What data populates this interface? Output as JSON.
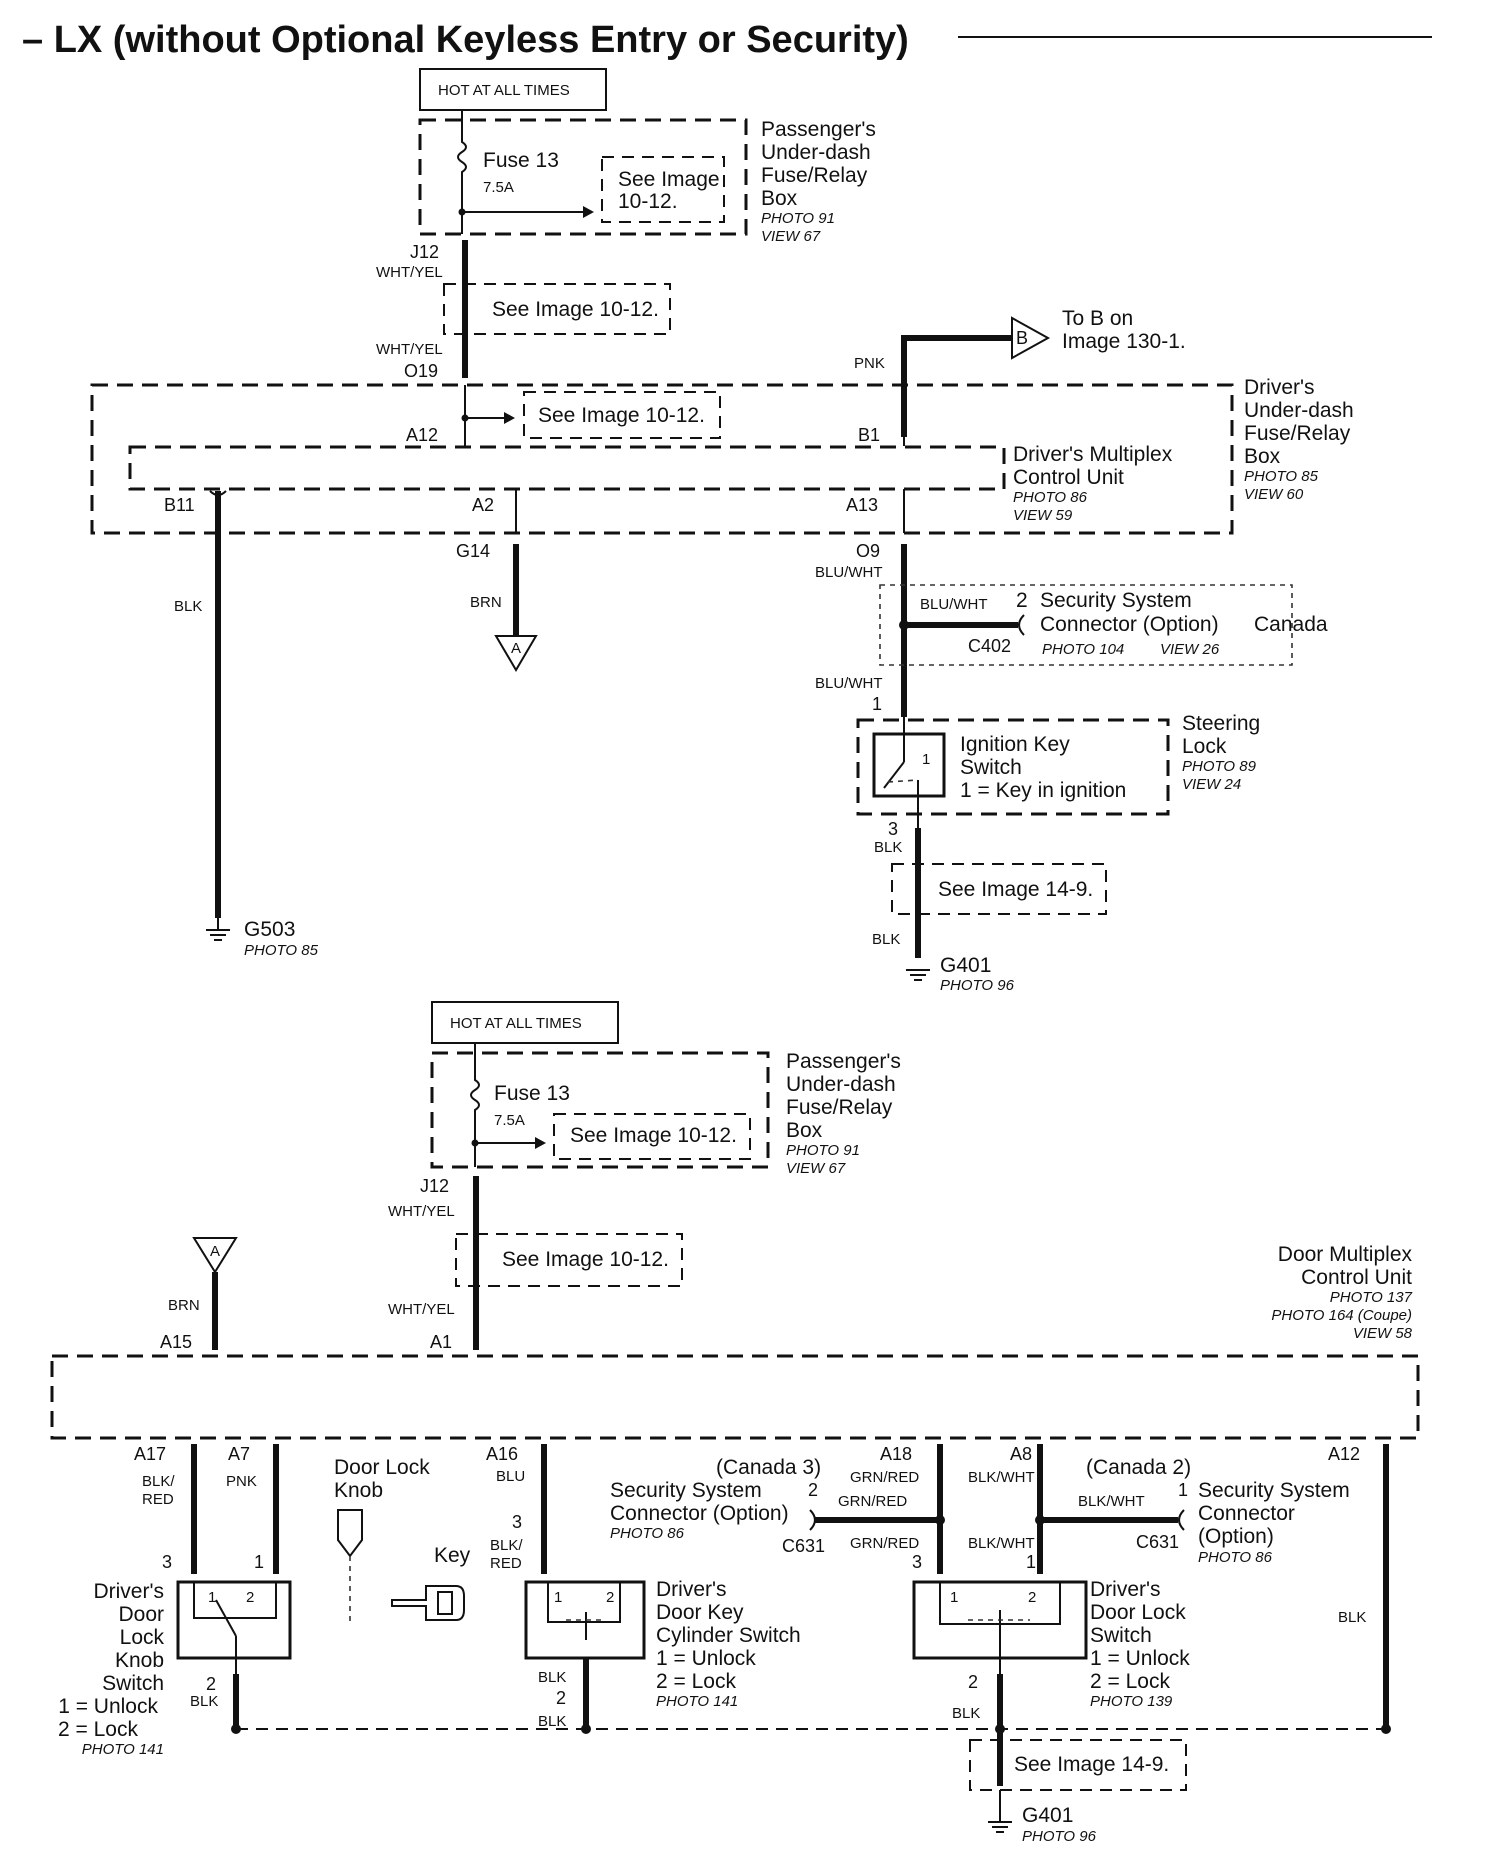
{
  "title": "– LX (without Optional Keyless Entry or Security)",
  "hot_at_all_times": "HOT AT ALL TIMES",
  "passenger_box": [
    "Passenger's",
    "Under-dash",
    "Fuse/Relay",
    "Box"
  ],
  "passenger_photo": "PHOTO 91",
  "passenger_view": "VIEW 67",
  "fuse_name": "Fuse 13",
  "fuse_rating": "7.5A",
  "see_image_10_12_a": "See Image",
  "see_image_10_12_b": "10-12.",
  "see_image_10_12": "See Image 10-12.",
  "see_image_14_9": "See Image 14-9.",
  "to_b": [
    "To B on",
    "Image 130-1."
  ],
  "b_label": "B",
  "a_label": "A",
  "driver_box": [
    "Driver's",
    "Under-dash",
    "Fuse/Relay",
    "Box"
  ],
  "driver_photo": "PHOTO 85",
  "driver_view": "VIEW 60",
  "dmcu": [
    "Driver's Multiplex",
    "Control Unit"
  ],
  "dmcu_photo": "PHOTO 86",
  "dmcu_view": "VIEW 59",
  "security_conn": [
    "Security System",
    "Connector (Option)"
  ],
  "security_photo": "PHOTO 104",
  "security_view": "VIEW 26",
  "canada": "Canada",
  "steering_lock": [
    "Steering",
    "Lock"
  ],
  "steering_photo": "PHOTO 89",
  "steering_view": "VIEW 24",
  "ignition_switch": [
    "Ignition Key",
    "Switch",
    "1 = Key in ignition"
  ],
  "door_mcu": [
    "Door Multiplex",
    "Control Unit"
  ],
  "door_mcu_photo1": "PHOTO 137",
  "door_mcu_photo2": "PHOTO 164 (Coupe)",
  "door_mcu_view": "VIEW 58",
  "door_lock_knob": [
    "Door Lock",
    "Knob"
  ],
  "key_label": "Key",
  "knob_switch": [
    "Driver's",
    "Door",
    "Lock",
    "Knob",
    "Switch",
    "1 = Unlock",
    "2 = Lock"
  ],
  "knob_photo": "PHOTO 141",
  "cyl_switch": [
    "Driver's",
    "Door Key",
    "Cylinder Switch",
    "1 = Unlock",
    "2 = Lock"
  ],
  "cyl_photo": "PHOTO 141",
  "lock_switch": [
    "Driver's",
    "Door Lock",
    "Switch",
    "1 = Unlock",
    "2 = Lock"
  ],
  "lock_photo": "PHOTO 139",
  "sec_conn_c3": [
    "(Canada 3)",
    "Security System",
    "Connector (Option)"
  ],
  "sec_conn_c3_photo": "PHOTO 86",
  "sec_conn_c2": [
    "(Canada 2)",
    "Security System",
    "Connector",
    "(Option)"
  ],
  "sec_conn_c2_photo": "PHOTO 86",
  "wire_colors": {
    "wht_yel": "WHT/YEL",
    "pnk": "PNK",
    "blk": "BLK",
    "brn": "BRN",
    "blu_wht": "BLU/WHT",
    "blk_red": "BLK/",
    "red": "RED",
    "blu": "BLU",
    "grn_red": "GRN/RED",
    "blk_wht": "BLK/WHT"
  },
  "terminals": {
    "j12": "J12",
    "o19": "O19",
    "a12": "A12",
    "b1": "B1",
    "b11": "B11",
    "a2": "A2",
    "a13": "A13",
    "g14": "G14",
    "o9": "O9",
    "c402": "C402",
    "a15": "A15",
    "a1": "A1",
    "a17": "A17",
    "a7": "A7",
    "a16": "A16",
    "a18": "A18",
    "a8": "A8",
    "c631": "C631"
  },
  "pins": {
    "p1": "1",
    "p2": "2",
    "p3": "3"
  },
  "grounds": {
    "g503": "G503",
    "g503_photo": "PHOTO 85",
    "g401": "G401",
    "g401_photo": "PHOTO 96"
  }
}
